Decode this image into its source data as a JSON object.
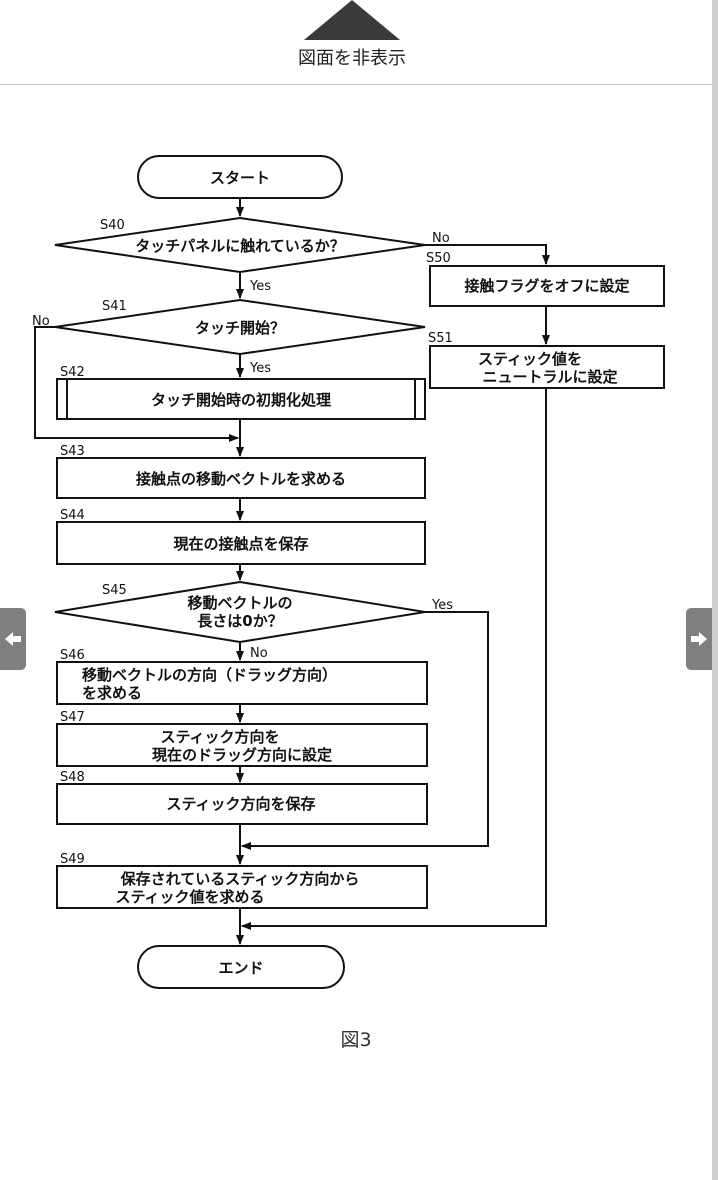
{
  "toolbar": {
    "toggle_label": "図面を非表示",
    "toggle_icon": "triangle-up-icon"
  },
  "navigation": {
    "prev_icon": "arrow-left-icon",
    "next_icon": "arrow-right-icon"
  },
  "figure": {
    "caption": "図3",
    "nodes": {
      "start": "スタート",
      "s40": "タッチパネルに触れているか？",
      "s41": "タッチ開始？",
      "s42": "タッチ開始時の初期化処理",
      "s43": "接触点の移動ベクトルを求める",
      "s44": "現在の接触点を保存",
      "s45_l1": "移動ベクトルの",
      "s45_l2": "長さは0か？",
      "s46_l1": "移動ベクトルの方向（ドラッグ方向）",
      "s46_l2": "を求める",
      "s47_l1": "スティック方向を",
      "s47_l2": "現在のドラッグ方向に設定",
      "s48": "スティック方向を保存",
      "s49_l1": "保存されているスティック方向から",
      "s49_l2": "スティック値を求める",
      "s50": "接触フラグをオフに設定",
      "s51_l1": "スティック値を",
      "s51_l2": "ニュートラルに設定",
      "end": "エンド"
    },
    "steps": {
      "s40": "S40",
      "s41": "S41",
      "s42": "S42",
      "s43": "S43",
      "s44": "S44",
      "s45": "S45",
      "s46": "S46",
      "s47": "S47",
      "s48": "S48",
      "s49": "S49",
      "s50": "S50",
      "s51": "S51"
    },
    "branches": {
      "s40_yes": "Yes",
      "s40_no": "No",
      "s41_yes": "Yes",
      "s41_no": "No",
      "s45_yes": "Yes",
      "s45_no": "No"
    }
  }
}
